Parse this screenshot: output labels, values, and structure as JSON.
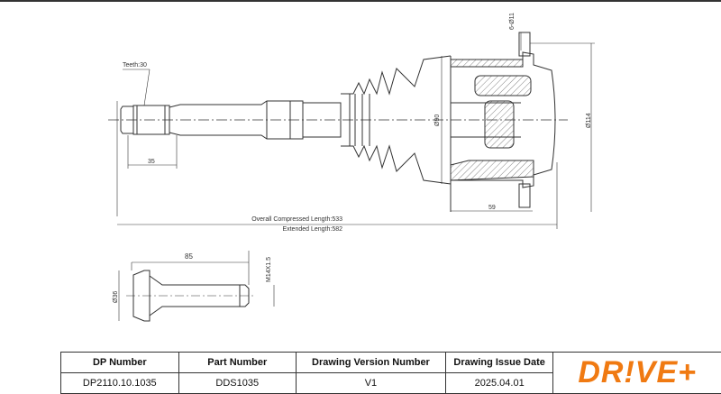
{
  "drawing": {
    "teeth": "Teeth:30",
    "dim_spline": "35",
    "dim_holes": "6-Ø11",
    "dim_boot": "Ø90",
    "dim_flange": "Ø114",
    "dim_joint": "59",
    "compressed_length": "Overall Compressed Length:533",
    "extended_length": "Extended Length:582",
    "bolt_length": "85",
    "bolt_thread": "M14X1.5",
    "bolt_head": "Ø36"
  },
  "table": {
    "headers": [
      "DP Number",
      "Part Number",
      "Drawing Version Number",
      "Drawing Issue Date"
    ],
    "values": [
      "DP2110.10.1035",
      "DDS1035",
      "V1",
      "2025.04.01"
    ]
  },
  "logo": {
    "text": "DR!VE+",
    "color": "#f07a12"
  }
}
